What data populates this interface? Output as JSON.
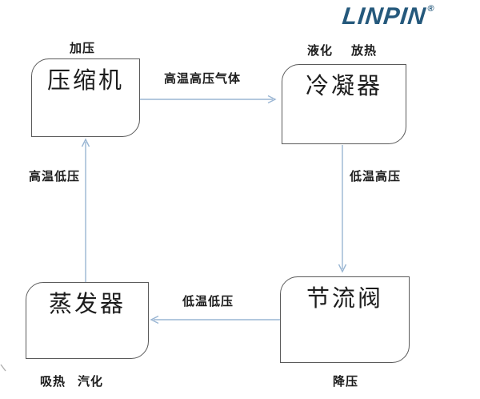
{
  "brand": {
    "name": "LINPIN",
    "registered_mark": "®",
    "color": "#25597C"
  },
  "diagram": {
    "type": "flowchart-cycle",
    "boxes": {
      "compressor": {
        "label": "压缩机",
        "top_annotation": "加压"
      },
      "condenser": {
        "label": "冷凝器",
        "annotation_1": "液化",
        "annotation_2": "放热"
      },
      "throttle_valve": {
        "label": "节流阀",
        "bottom_annotation": "降压"
      },
      "evaporator": {
        "label": "蒸发器",
        "annotation_1": "吸热",
        "annotation_2": "汽化"
      }
    },
    "arrows": {
      "compressor_to_condenser": "高温高压气体",
      "condenser_to_throttle": "低温高压",
      "throttle_to_evaporator": "低温低压",
      "evaporator_to_compressor": "高温低压"
    },
    "colors": {
      "arrow": "#9ab6d3",
      "box_border": "#5a5a5a",
      "text": "#1c1c1c"
    }
  }
}
